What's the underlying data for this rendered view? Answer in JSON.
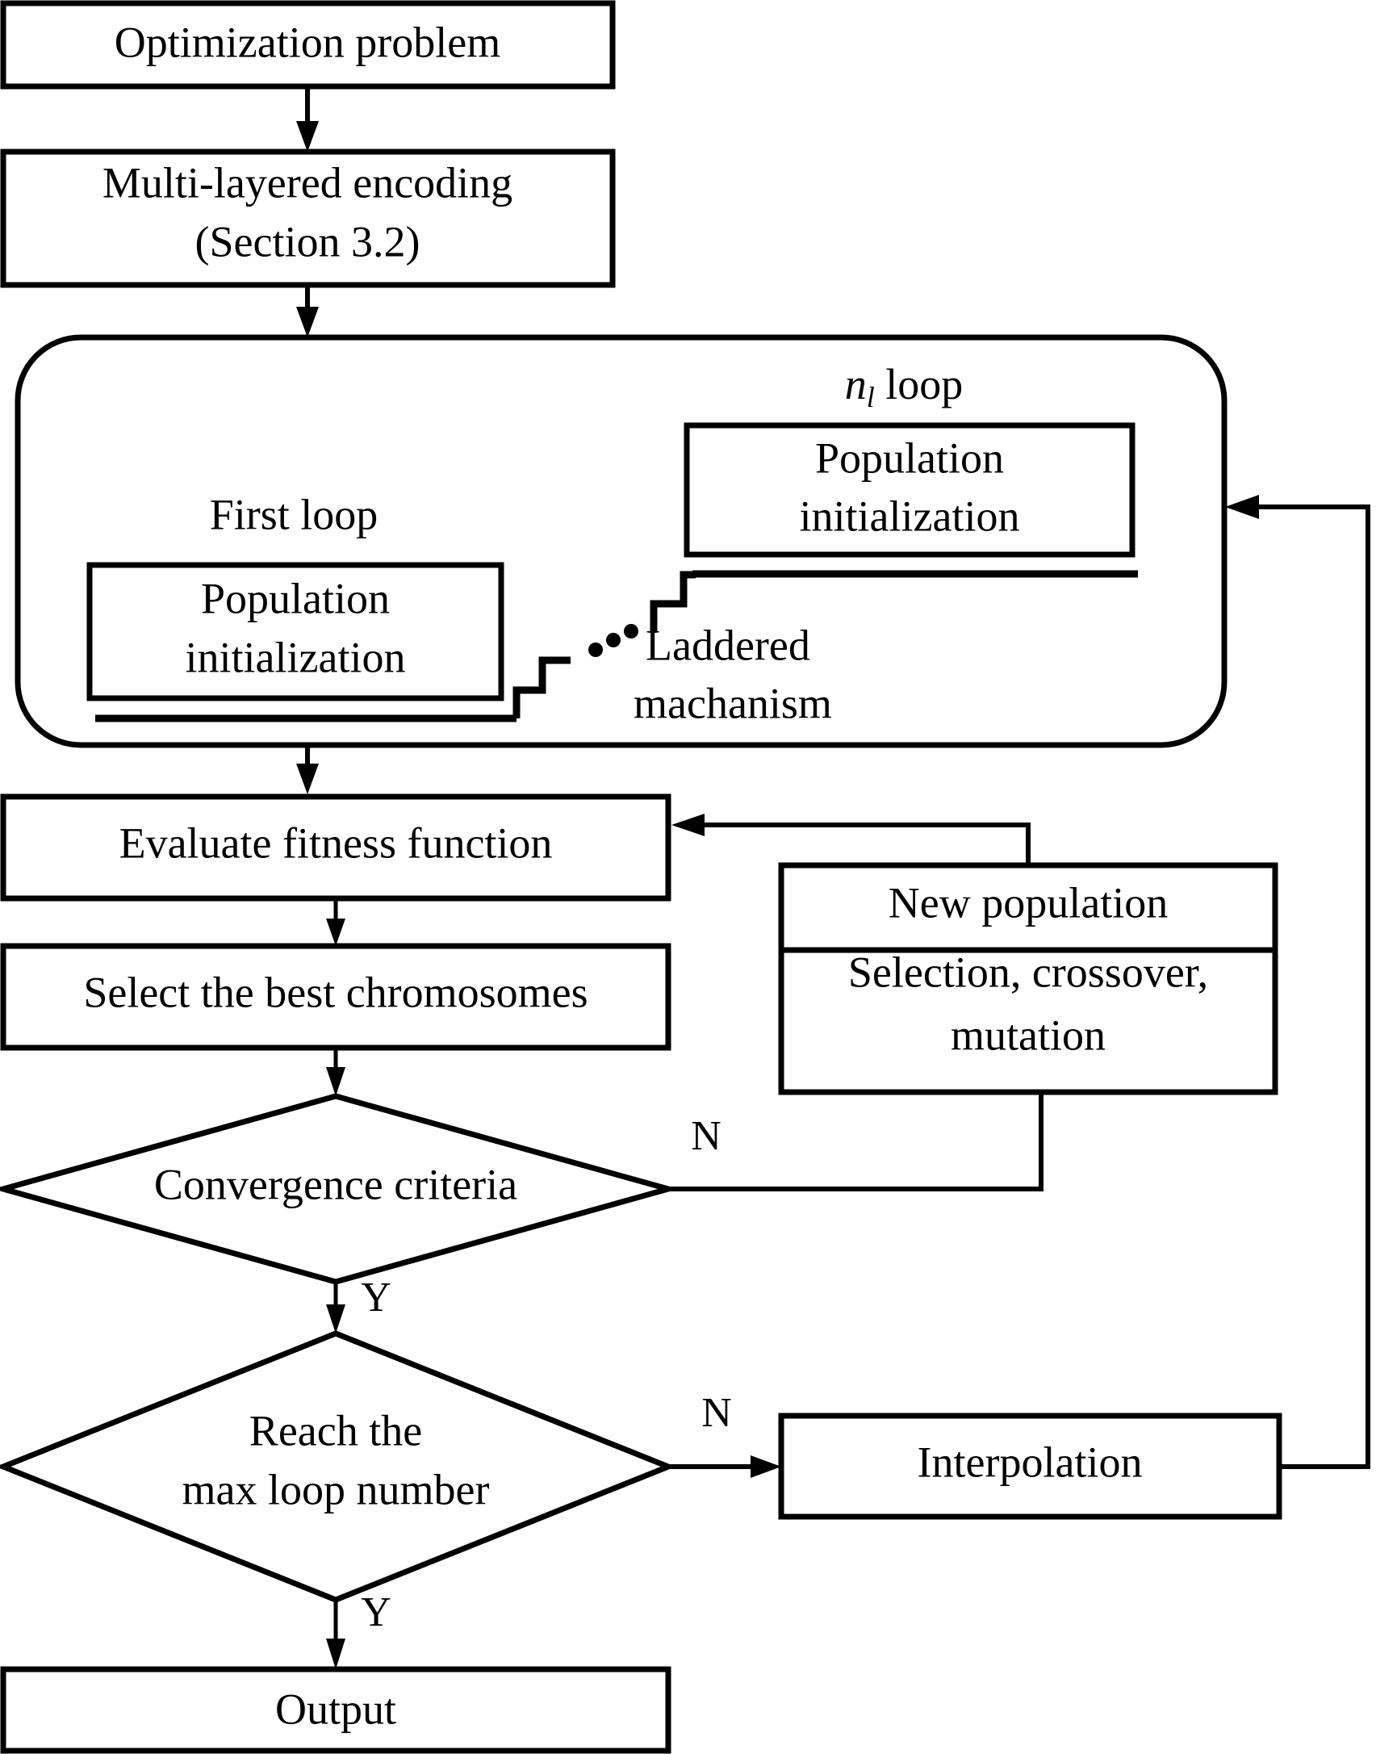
{
  "diagram": {
    "title": "Multi-layered genetic algorithm optimization flowchart",
    "background_color": "#ffffff",
    "line_color": "#000000",
    "nodes": {
      "optimization_problem": "Optimization problem",
      "encoding_line1": "Multi-layered encoding",
      "encoding_line2": "(Section 3.2)",
      "loop_label_prefix": "n",
      "loop_label_subscript": "l",
      "loop_label_suffix": " loop",
      "first_loop_label": "First loop",
      "population_init_first_line1": "Population",
      "population_init_first_line2": "initialization",
      "population_init_nl_line1": "Population",
      "population_init_nl_line2": "initialization",
      "laddered_line1": "Laddered",
      "laddered_line2": "machanism",
      "ellipsis": "...",
      "evaluate_fitness": "Evaluate fitness function",
      "select_best": "Select the best chromosomes",
      "convergence_criteria": "Convergence criteria",
      "new_population": "New population",
      "selection_crossover_line1": "Selection, crossover,",
      "selection_crossover_line2": "mutation",
      "reach_max_line1": "Reach the",
      "reach_max_line2": "max loop number",
      "interpolation": "Interpolation",
      "output": "Output"
    },
    "branch_labels": {
      "convergence_no": "N",
      "convergence_yes": "Y",
      "reach_max_no": "N",
      "reach_max_yes": "Y"
    }
  }
}
